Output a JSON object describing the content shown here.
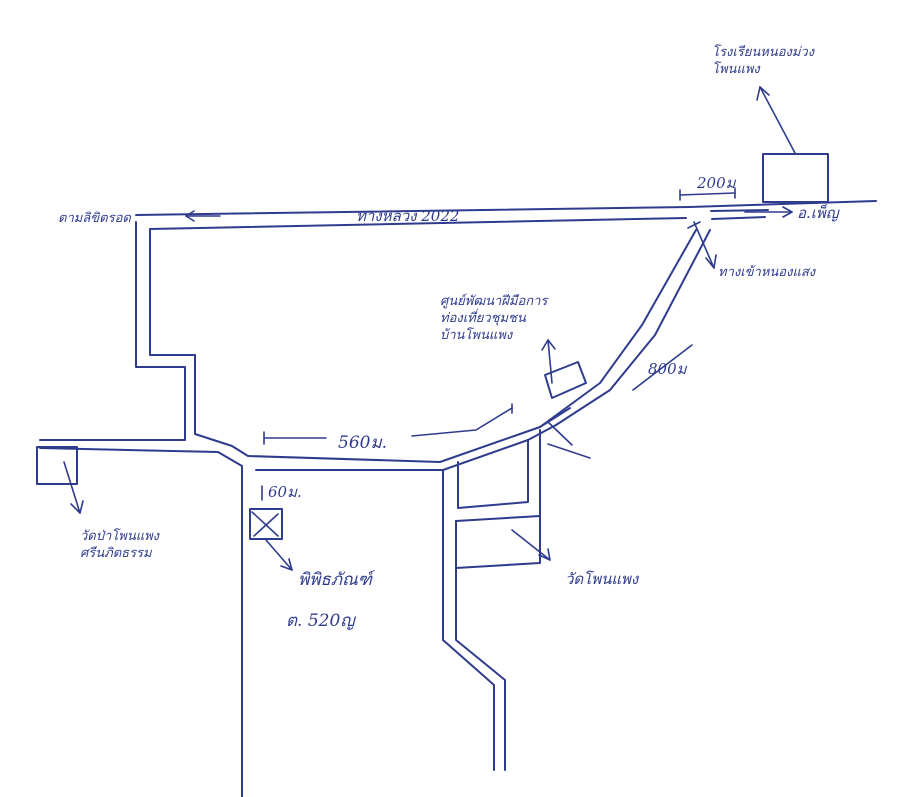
{
  "map": {
    "labels": {
      "left_destination": "ตามลิขิตรอด",
      "highway": "ทางหลวง 2022",
      "right_destination": "อ.เพ็ญ",
      "distance_200": "200ม",
      "top_building": "โรงเรียนหนองม่วง โพนแพง",
      "branch_road": "ทางเข้าหนองแสง",
      "center_building": "ศูนย์พัฒนาฝีมือการ ท่องเที่ยวชุมชน บ้านโพนแพง",
      "distance_800": "800ม",
      "distance_560": "560ม.",
      "distance_60": "60ม.",
      "left_building": "วัดป่าโพนแพง ศรีนภิตธรรม",
      "museum": "พิพิธภัณฑ์",
      "elevation": "ต. 520ญ",
      "bottom_right_building": "วัดโพนแพง"
    }
  }
}
